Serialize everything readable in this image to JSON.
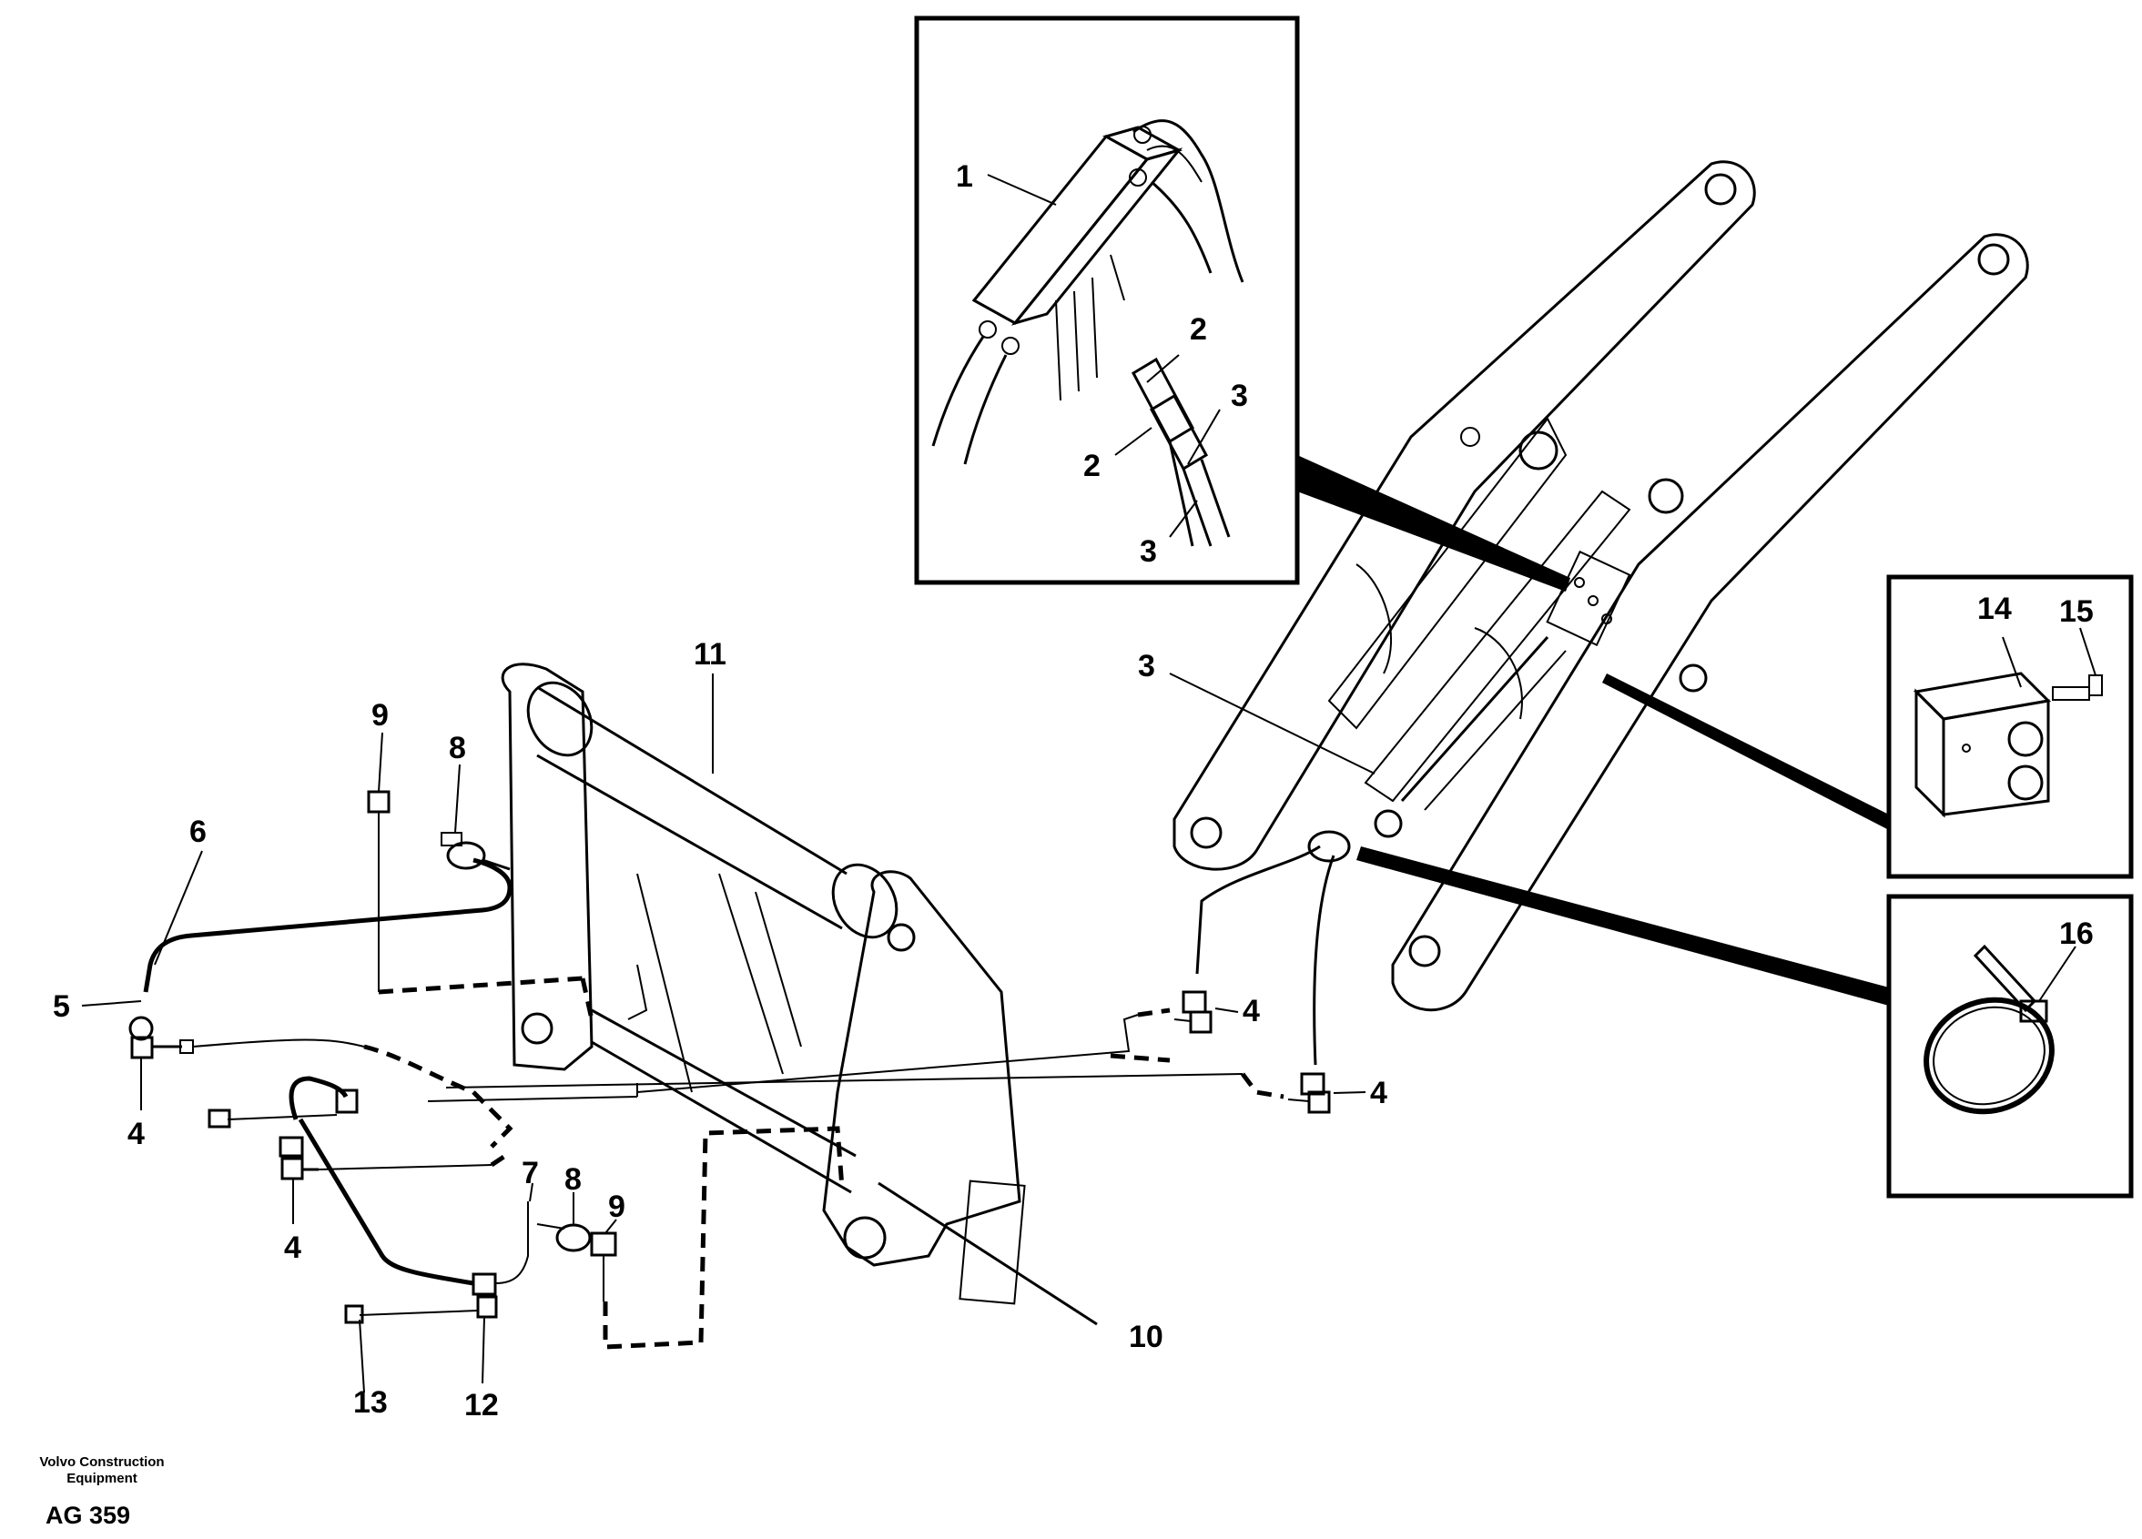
{
  "diagram": {
    "callouts": [
      {
        "id": "1",
        "text": "1"
      },
      {
        "id": "2a",
        "text": "2"
      },
      {
        "id": "2b",
        "text": "2"
      },
      {
        "id": "3a",
        "text": "3"
      },
      {
        "id": "3b",
        "text": "3"
      },
      {
        "id": "3c",
        "text": "3"
      },
      {
        "id": "4a",
        "text": "4"
      },
      {
        "id": "4b",
        "text": "4"
      },
      {
        "id": "4c",
        "text": "4"
      },
      {
        "id": "4d",
        "text": "4"
      },
      {
        "id": "5",
        "text": "5"
      },
      {
        "id": "6",
        "text": "6"
      },
      {
        "id": "7",
        "text": "7"
      },
      {
        "id": "8a",
        "text": "8"
      },
      {
        "id": "8b",
        "text": "8"
      },
      {
        "id": "9a",
        "text": "9"
      },
      {
        "id": "9b",
        "text": "9"
      },
      {
        "id": "10",
        "text": "10"
      },
      {
        "id": "11",
        "text": "11"
      },
      {
        "id": "12",
        "text": "12"
      },
      {
        "id": "13",
        "text": "13"
      },
      {
        "id": "14",
        "text": "14"
      },
      {
        "id": "15",
        "text": "15"
      },
      {
        "id": "16",
        "text": "16"
      }
    ]
  },
  "footer": {
    "brand_line1": "Volvo Construction",
    "brand_line2": "Equipment",
    "code": "AG 359"
  }
}
